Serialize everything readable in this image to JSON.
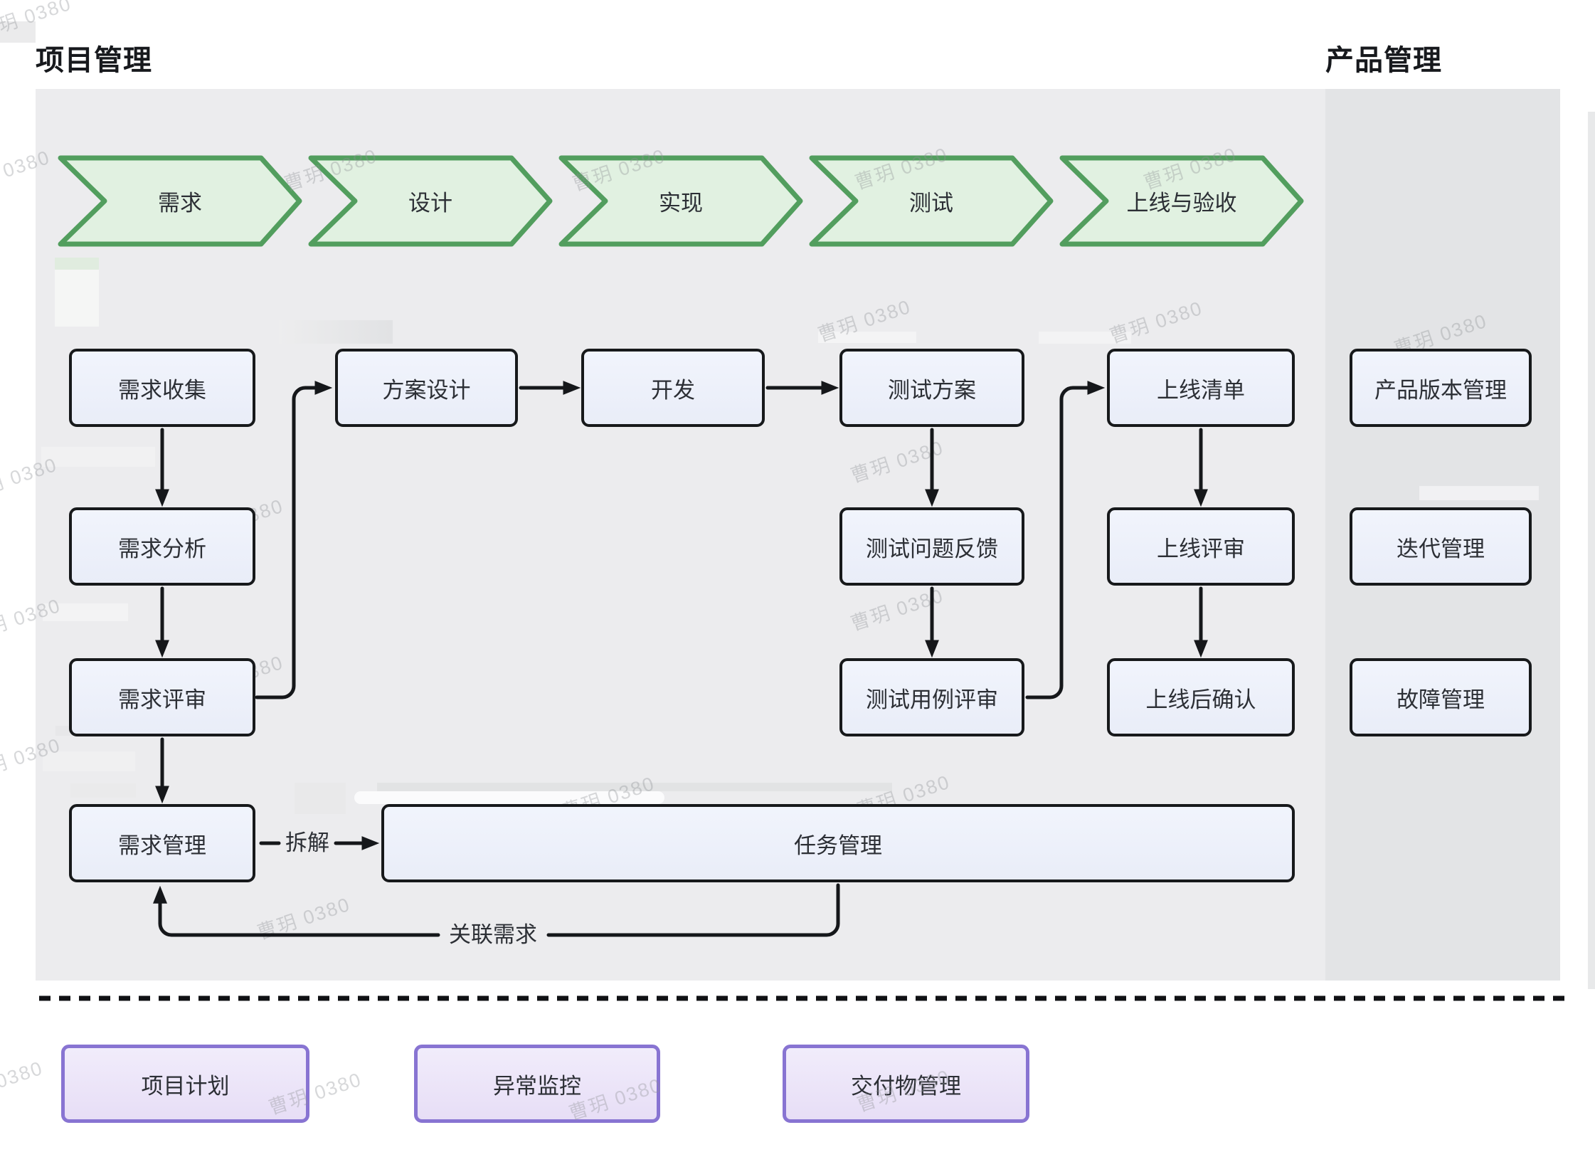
{
  "titles": {
    "left": "项目管理",
    "right": "产品管理"
  },
  "phases": [
    "需求",
    "设计",
    "实现",
    "测试",
    "上线与验收"
  ],
  "nodes": {
    "req_collect": "需求收集",
    "req_analysis": "需求分析",
    "req_review": "需求评审",
    "req_manage": "需求管理",
    "solution_design": "方案设计",
    "develop": "开发",
    "test_plan": "测试方案",
    "test_feedback": "测试问题反馈",
    "test_case_review": "测试用例评审",
    "launch_checklist": "上线清单",
    "launch_review": "上线评审",
    "launch_confirm": "上线后确认",
    "task_manage": "任务管理",
    "product_version": "产品版本管理",
    "iteration": "迭代管理",
    "fault": "故障管理"
  },
  "edge_labels": {
    "decompose": "拆解",
    "relate": "关联需求"
  },
  "bottom_nodes": {
    "project_plan": "项目计划",
    "exception_monitor": "异常监控",
    "deliverable": "交付物管理"
  },
  "watermark": {
    "text": "曹玥 0380"
  },
  "colors": {
    "chevron_border": "#529e5e",
    "chevron_fill": "#e1f1e1",
    "box_border": "#17191b",
    "box_fill": "#edf1fa",
    "purple_border": "#8874d2",
    "purple_fill": "#ece4f8",
    "panel_bg": "#ececee",
    "product_panel_bg": "#e3e4e6",
    "line": "#15171a"
  }
}
